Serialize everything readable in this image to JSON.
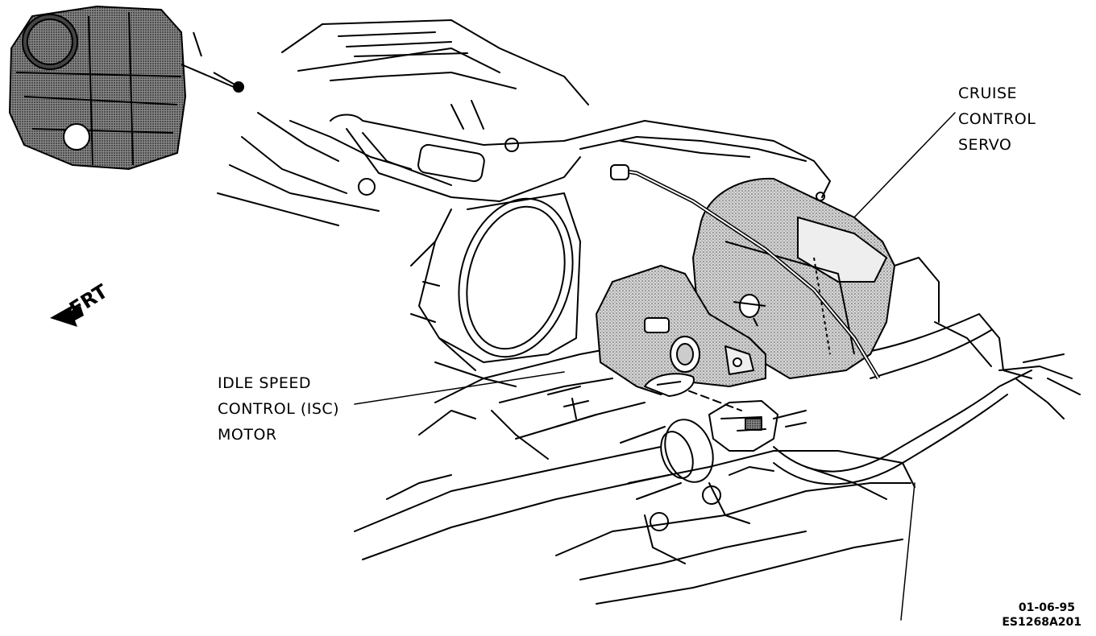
{
  "labels": {
    "cruise": [
      "CRUISE",
      "CONTROL",
      "SERVO"
    ],
    "isc": [
      "IDLE SPEED",
      "CONTROL (ISC)",
      "MOTOR"
    ],
    "direction": "FRT"
  },
  "figure": {
    "date": "01-06-95",
    "code": "ES1268A201"
  },
  "colors": {
    "ink": "#000000",
    "paper": "#ffffff",
    "shade": "#bdbdbd"
  }
}
